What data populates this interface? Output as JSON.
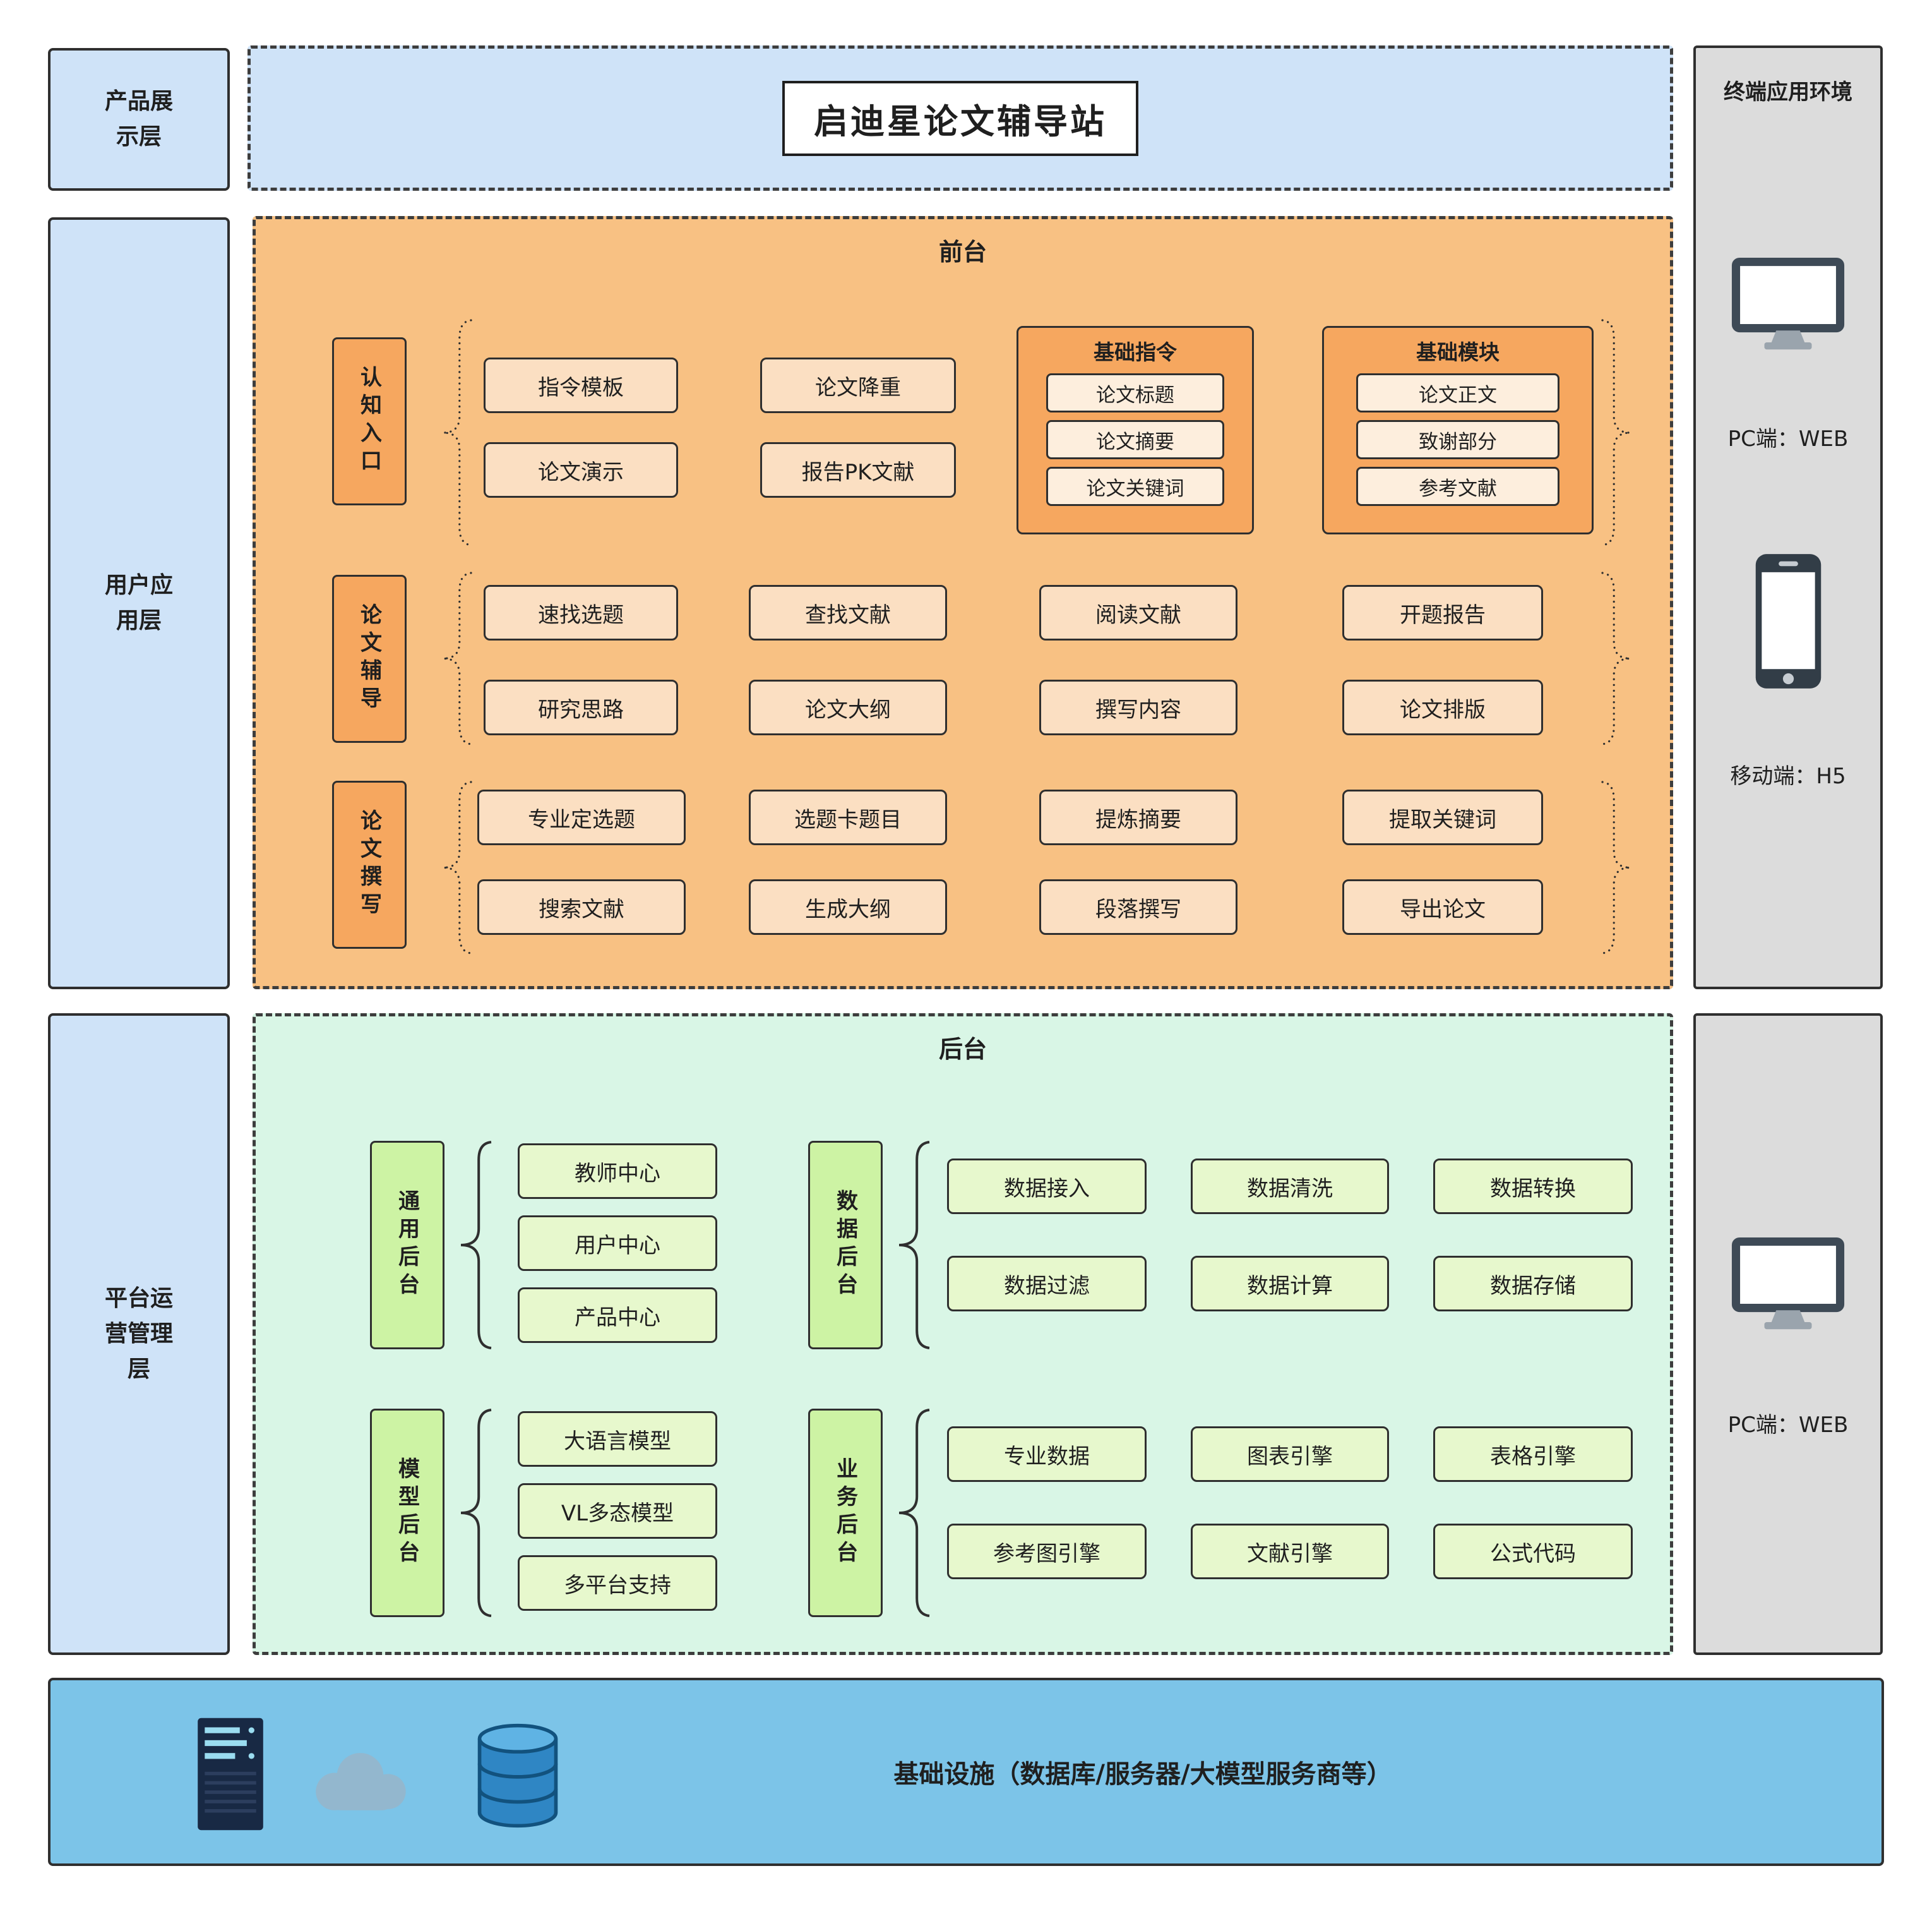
{
  "title": "启迪星论文辅导站",
  "layers": [
    {
      "label": "产品展示层"
    },
    {
      "label": "用户应用层"
    },
    {
      "label": "平台运营管理层"
    }
  ],
  "frontend": {
    "label": "前台",
    "cognition": {
      "label": "认知入口",
      "items": [
        "指令模板",
        "论文降重",
        "论文演示",
        "报告PK文献"
      ],
      "basic_commands": {
        "label": "基础指令",
        "items": [
          "论文标题",
          "论文摘要",
          "论文关键词"
        ]
      },
      "basic_modules": {
        "label": "基础模块",
        "items": [
          "论文正文",
          "致谢部分",
          "参考文献"
        ]
      }
    },
    "tutoring": {
      "label": "论文辅导",
      "items": [
        "速找选题",
        "查找文献",
        "阅读文献",
        "开题报告",
        "研究思路",
        "论文大纲",
        "撰写内容",
        "论文排版"
      ]
    },
    "writing": {
      "label": "论文撰写",
      "items": [
        "专业定选题",
        "选题卡题目",
        "提炼摘要",
        "提取关键词",
        "搜索文献",
        "生成大纲",
        "段落撰写",
        "导出论文"
      ]
    }
  },
  "backend": {
    "label": "后台",
    "general": {
      "label": "通用后台",
      "items": [
        "教师中心",
        "用户中心",
        "产品中心"
      ]
    },
    "data": {
      "label": "数据后台",
      "items": [
        "数据接入",
        "数据清洗",
        "数据转换",
        "数据过滤",
        "数据计算",
        "数据存储"
      ]
    },
    "model": {
      "label": "模型后台",
      "items": [
        "大语言模型",
        "VL多态模型",
        "多平台支持"
      ]
    },
    "business": {
      "label": "业务后台",
      "items": [
        "专业数据",
        "图表引擎",
        "表格引擎",
        "参考图引擎",
        "文献引擎",
        "公式代码"
      ]
    }
  },
  "terminal": {
    "title": "终端应用环境",
    "pc_label": "PC端：WEB",
    "mobile_label": "移动端：H5",
    "pc_label_bottom": "PC端：WEB"
  },
  "infrastructure": {
    "label": "基础设施（数据库/服务器/大模型服务商等）"
  },
  "colors": {
    "layer_blue": "#cfe3f8",
    "frontend_orange": "#f8c183",
    "frontend_item": "#fbdfc2",
    "frontend_accent": "#f6a75f",
    "backend_mint": "#d9f6e6",
    "backend_item": "#e7f8cd",
    "backend_accent": "#cdf3a4",
    "terminal_gray": "#dcdcdc",
    "infra_blue": "#7cc4e8"
  }
}
